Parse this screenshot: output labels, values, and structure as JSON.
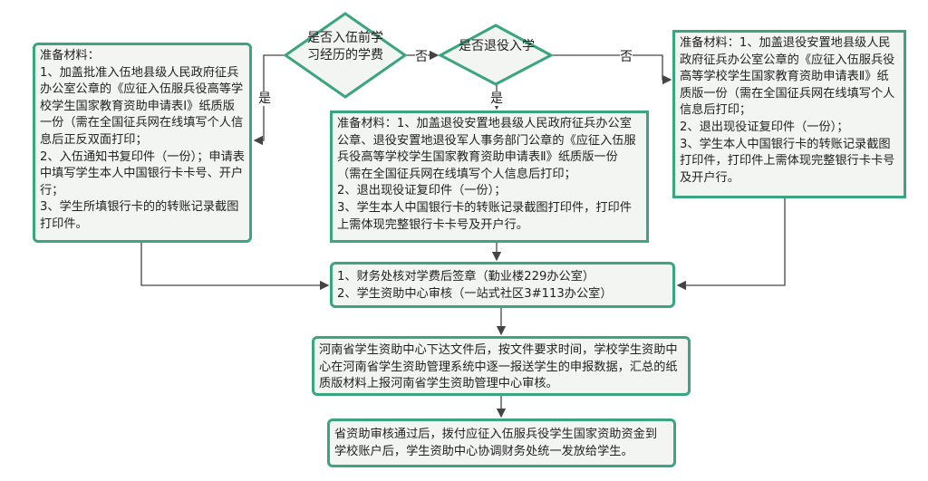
{
  "decisions": {
    "d1": "是否入伍前学习经历的学费",
    "d2": "是否退役入学"
  },
  "labels": {
    "yes": "是",
    "no": "否"
  },
  "boxes": {
    "left": "准备材料：\n1、加盖批准入伍地县级人民政府征兵办公室公章的《应征入伍服兵役高等学校学生国家教育资助申请表Ⅰ》纸质版一份（需在全国征兵网在线填写个人信息后正反双面打印；\n2、入伍通知书复印件（一份）；申请表中填写学生本人中国银行卡卡号、开户行；\n3、学生所填银行卡的的转账记录截图打印件。",
    "middle": "准备材料：1、加盖退役安置地县级人民政府征兵办公室公章、退役安置地退役军人事务部门公章的《应征入伍服兵役高等学校学生国家教育资助申请表Ⅱ》纸质版一份（需在全国征兵网在线填写个人信息后打印；\n2、退出现役证复印件（一份）；\n3、学生本人中国银行卡的转账记录截图打印件，打印件上需体现完整银行卡卡号及开户行。",
    "right": "准备材料：1、加盖退役安置地县级人民政府征兵办公室公章的《应征入伍服兵役高等学校学生国家教育资助申请表Ⅱ》纸质版一份（需在全国征兵网在线填写个人信息后打印；\n2、退出现役证复印件（一份）；\n3、学生本人中国银行卡的转账记录截图打印件，打印件上需体现完整银行卡卡号及开户行。",
    "review": "1、财务处核对学费后签章（勤业楼229办公室）\n2、学生资助中心审核（一站式社区3#113办公室）",
    "report": "河南省学生资助中心下达文件后，按文件要求时间，学校学生资助中心在河南省学生资助管理系统中逐一报送学生的申报数据，汇总的纸质版材料上报河南省学生资助管理中心审核。",
    "pay": "省资助审核通过后，拨付应征入伍服兵役学生国家资助资金到学校账户后，学生资助中心协调财务处统一发放给学生。"
  },
  "colors": {
    "border": "#3aa57e",
    "fill": "#f3f5f3",
    "line": "#444444"
  }
}
